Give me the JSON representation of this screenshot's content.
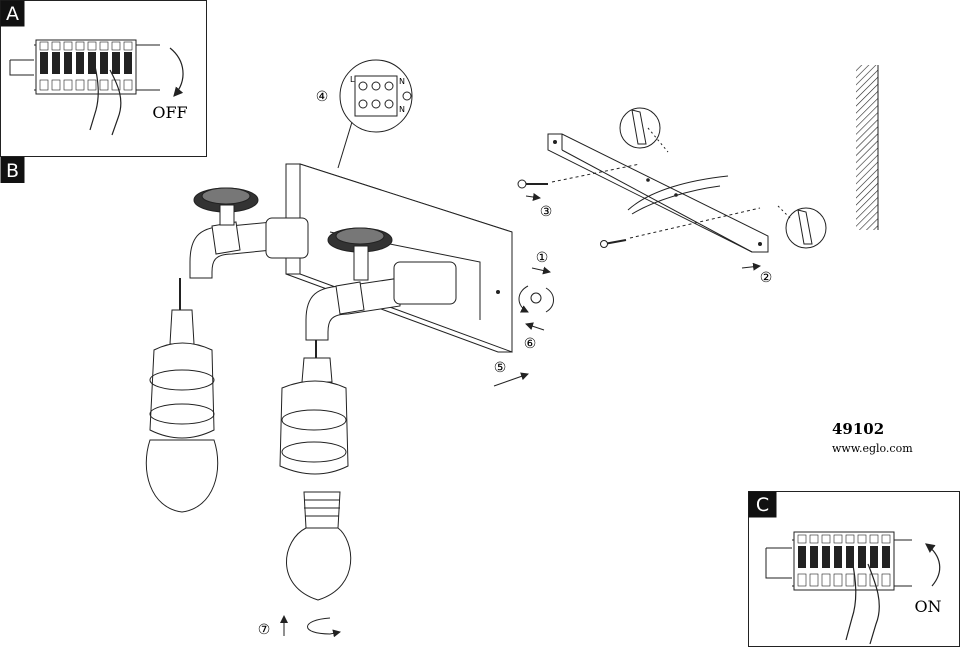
{
  "panel_a": {
    "letter": "A",
    "switch_text": "OFF"
  },
  "panel_b": {
    "letter": "B"
  },
  "panel_c": {
    "letter": "C",
    "switch_text": "ON"
  },
  "terminal_block": {
    "labels": [
      "L",
      "N",
      "N"
    ]
  },
  "steps": [
    "①",
    "②",
    "③",
    "④",
    "⑤",
    "⑥",
    "⑦"
  ],
  "product": {
    "code": "49102",
    "website": "www.eglo.com"
  }
}
